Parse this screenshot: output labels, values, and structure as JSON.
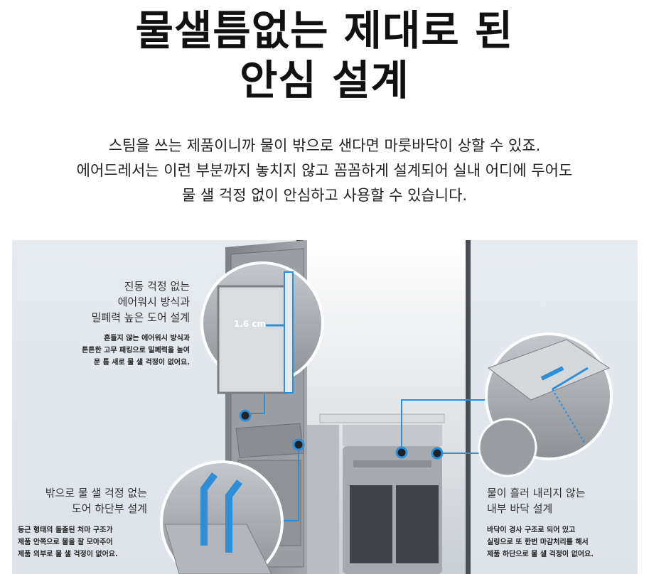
{
  "headline": {
    "line1": "물샐틈없는 제대로 된",
    "line2": "안심 설계"
  },
  "intro": {
    "line1": "스팀을 쓰는 제품이니까 물이 밖으로 샌다면 마룻바닥이 상할 수 있죠.",
    "line2": "에어드레서는 이런 부분까지 놓치지 않고 꼼꼼하게 설계되어 실내 어디에 두어도",
    "line3": "물 샐 걱정 없이 안심하고 사용할 수 있습니다."
  },
  "callouts": {
    "door_seal": {
      "title": [
        "진동 걱정 없는",
        "에어워시 방식과",
        "밀폐력 높은 도어 설계"
      ],
      "desc": [
        "흔들지 않는 에어워시 방식과",
        "튼튼한 고무 패킹으로 밀폐력을 높여",
        "문 틈 새로 물 샐 걱정이 없어요."
      ],
      "measure": "1.6 cm"
    },
    "door_bottom": {
      "title": [
        "밖으로 물 샐 걱정 없는",
        "도어 하단부 설계"
      ],
      "desc": [
        "둥근 형태의 돌출된 처마 구조가",
        "제품 안쪽으로 물을 잘 모아주어",
        "제품 외부로 물 샐 걱정이 없어요."
      ]
    },
    "inner_floor": {
      "title": [
        "물이 흘러 내리지 않는",
        "내부 바닥 설계"
      ],
      "desc": [
        "바닥이 경사 구조로 되어 있고",
        "실링으로 또 한번 마감처리를 해서",
        "제품 하단으로 물 샐 걱정이 없어요."
      ]
    }
  },
  "colors": {
    "accent_blue": "#2e8fd8",
    "marker_dark": "#1f2328"
  }
}
